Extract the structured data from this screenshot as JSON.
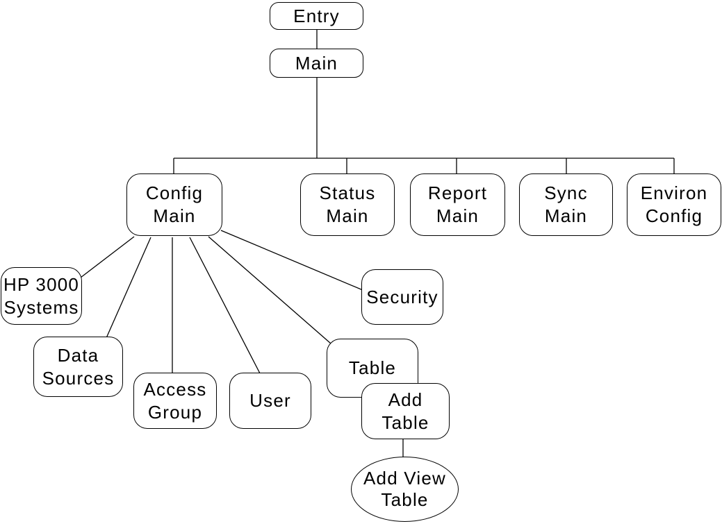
{
  "diagram": {
    "type": "hierarchy-tree",
    "colors": {
      "stroke": "#000000",
      "fill": "#ffffff",
      "text": "#000000"
    },
    "nodes": {
      "entry": {
        "label": "Entry",
        "shape": "rounded-rect"
      },
      "main": {
        "label": "Main",
        "shape": "rounded-rect"
      },
      "config_main": {
        "line1": "Config",
        "line2": "Main",
        "shape": "rounded-rect"
      },
      "status_main": {
        "line1": "Status",
        "line2": "Main",
        "shape": "rounded-rect"
      },
      "report_main": {
        "line1": "Report",
        "line2": "Main",
        "shape": "rounded-rect"
      },
      "sync_main": {
        "line1": "Sync",
        "line2": "Main",
        "shape": "rounded-rect"
      },
      "environ_config": {
        "line1": "Environ",
        "line2": "Config",
        "shape": "rounded-rect"
      },
      "hp3000_systems": {
        "line1": "HP 3000",
        "line2": "Systems",
        "shape": "rounded-rect"
      },
      "data_sources": {
        "line1": "Data",
        "line2": "Sources",
        "shape": "rounded-rect"
      },
      "access_group": {
        "line1": "Access",
        "line2": "Group",
        "shape": "rounded-rect"
      },
      "user": {
        "label": "User",
        "shape": "rounded-rect"
      },
      "security": {
        "label": "Security",
        "shape": "rounded-rect"
      },
      "table": {
        "label": "Table",
        "shape": "rounded-rect"
      },
      "add_table": {
        "line1": "Add",
        "line2": "Table",
        "shape": "rounded-rect"
      },
      "add_view_table": {
        "line1": "Add View",
        "line2": "Table",
        "shape": "ellipse"
      }
    },
    "edges": [
      {
        "from": "Entry",
        "to": "Main"
      },
      {
        "from": "Main",
        "to": "Config Main"
      },
      {
        "from": "Main",
        "to": "Status Main"
      },
      {
        "from": "Main",
        "to": "Report Main"
      },
      {
        "from": "Main",
        "to": "Sync Main"
      },
      {
        "from": "Main",
        "to": "Environ Config"
      },
      {
        "from": "Config Main",
        "to": "HP 3000 Systems"
      },
      {
        "from": "Config Main",
        "to": "Data Sources"
      },
      {
        "from": "Config Main",
        "to": "Access Group"
      },
      {
        "from": "Config Main",
        "to": "User"
      },
      {
        "from": "Config Main",
        "to": "Table"
      },
      {
        "from": "Config Main",
        "to": "Security"
      },
      {
        "from": "Table",
        "to": "Add Table"
      },
      {
        "from": "Add Table",
        "to": "Add View Table"
      }
    ]
  }
}
